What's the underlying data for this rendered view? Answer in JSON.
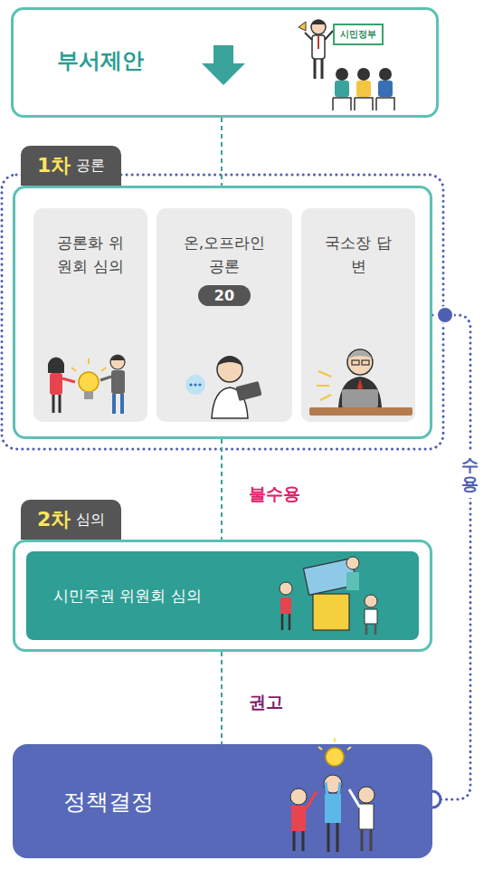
{
  "diagram": {
    "nodes": [
      {
        "text": [
          "부서제안"
        ]
      },
      {
        "text": [
          "1차",
          "공론"
        ]
      },
      {
        "text": [
          "공론화 위원회 심의"
        ],
        "in": 1
      },
      {
        "text": [
          "온,오프라인 공론",
          "20"
        ],
        "in": 1
      },
      {
        "text": [
          "국소장 답변"
        ],
        "in": 1
      },
      {
        "text": [
          "2차",
          "심의"
        ]
      },
      {
        "text": [
          "시민주권 위원회 심의"
        ],
        "in": 5
      },
      {
        "text": [
          "정책결정"
        ]
      }
    ],
    "edges": [
      {
        "from": 0,
        "to": 1,
        "arrow": "none"
      },
      {
        "from": 1,
        "to": 5,
        "label": "불수용",
        "arrow": "none"
      },
      {
        "from": 5,
        "to": 7,
        "label": "권고",
        "arrow": "none"
      },
      {
        "from": 1,
        "to": 7,
        "label": "수용",
        "arrow": "none"
      }
    ],
    "labels": [
      "시민정부"
    ]
  }
}
